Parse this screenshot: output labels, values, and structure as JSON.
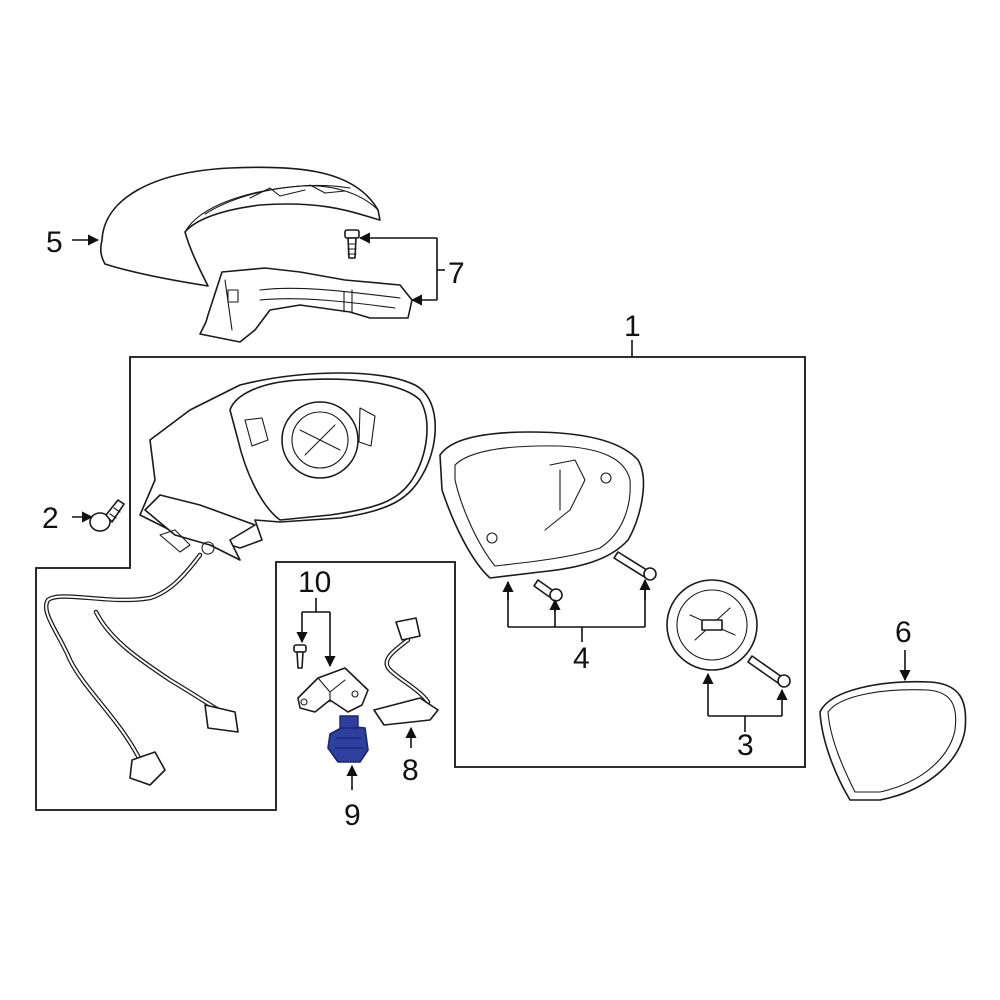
{
  "diagram": {
    "callouts": [
      {
        "id": "1",
        "text": "1"
      },
      {
        "id": "2",
        "text": "2"
      },
      {
        "id": "3",
        "text": "3"
      },
      {
        "id": "4",
        "text": "4"
      },
      {
        "id": "5",
        "text": "5"
      },
      {
        "id": "6",
        "text": "6"
      },
      {
        "id": "7",
        "text": "7"
      },
      {
        "id": "8",
        "text": "8"
      },
      {
        "id": "9",
        "text": "9"
      },
      {
        "id": "10",
        "text": "10"
      }
    ],
    "highlighted_part": "9",
    "colors": {
      "line": "#1a1a1a",
      "highlight_fill": "#2e3f9e",
      "highlight_dark": "#1c2670",
      "background": "#ffffff"
    }
  }
}
